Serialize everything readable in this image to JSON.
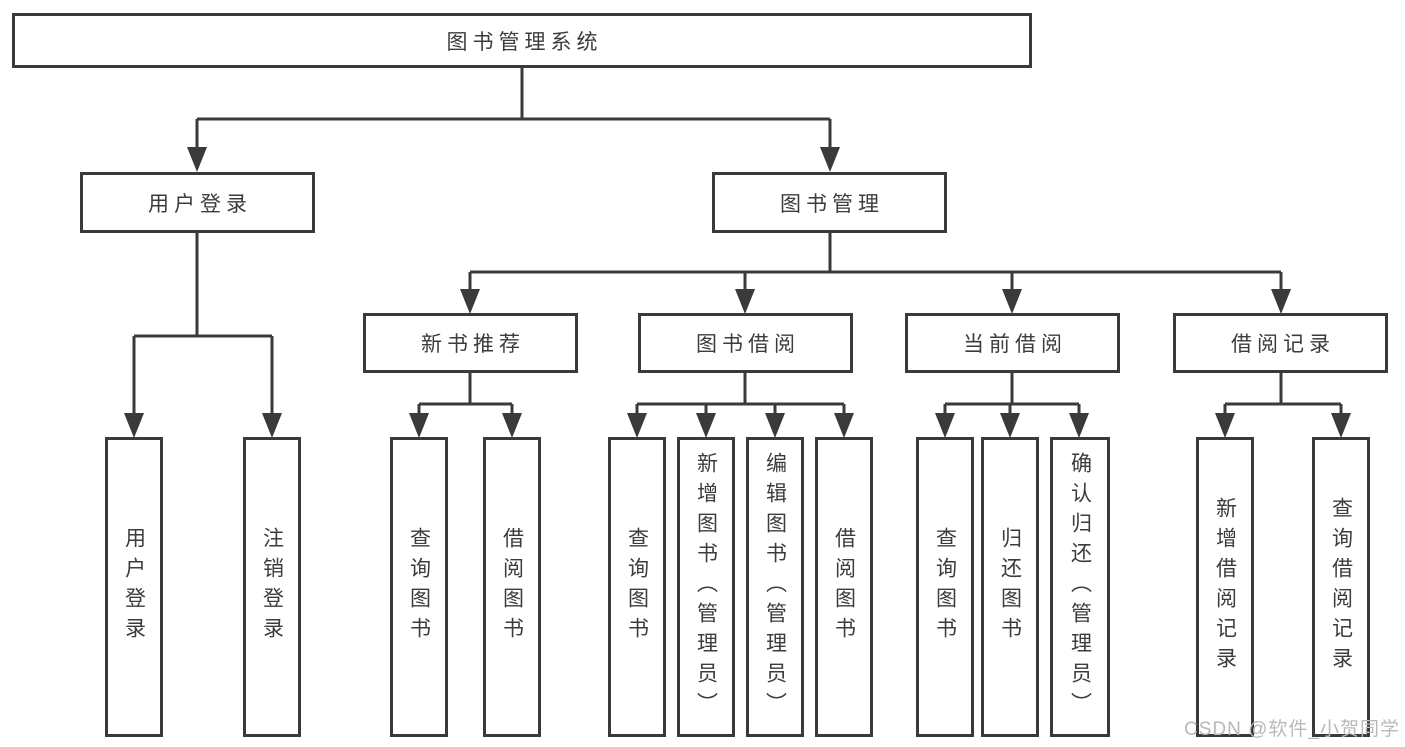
{
  "colors": {
    "line": "#3a3a3a",
    "text": "#3c3c3c",
    "box-bg": "#ffffff",
    "watermark": "#b9b9b9",
    "background": "#ffffff"
  },
  "watermark": {
    "text": "CSDN @软件_小贺同学"
  },
  "tree": {
    "label": "图书管理系统",
    "children": [
      {
        "label": "用户登录",
        "children": [
          {
            "label": "用户登录"
          },
          {
            "label": "注销登录"
          }
        ]
      },
      {
        "label": "图书管理",
        "children": [
          {
            "label": "新书推荐",
            "children": [
              {
                "label": "查询图书"
              },
              {
                "label": "借阅图书"
              }
            ]
          },
          {
            "label": "图书借阅",
            "children": [
              {
                "label": "查询图书"
              },
              {
                "label": "新增图书（管理员）"
              },
              {
                "label": "编辑图书（管理员）"
              },
              {
                "label": "借阅图书"
              }
            ]
          },
          {
            "label": "当前借阅",
            "children": [
              {
                "label": "查询图书"
              },
              {
                "label": "归还图书"
              },
              {
                "label": "确认归还（管理员）"
              }
            ]
          },
          {
            "label": "借阅记录",
            "children": [
              {
                "label": "新增借阅记录"
              },
              {
                "label": "查询借阅记录"
              }
            ]
          }
        ]
      }
    ]
  }
}
